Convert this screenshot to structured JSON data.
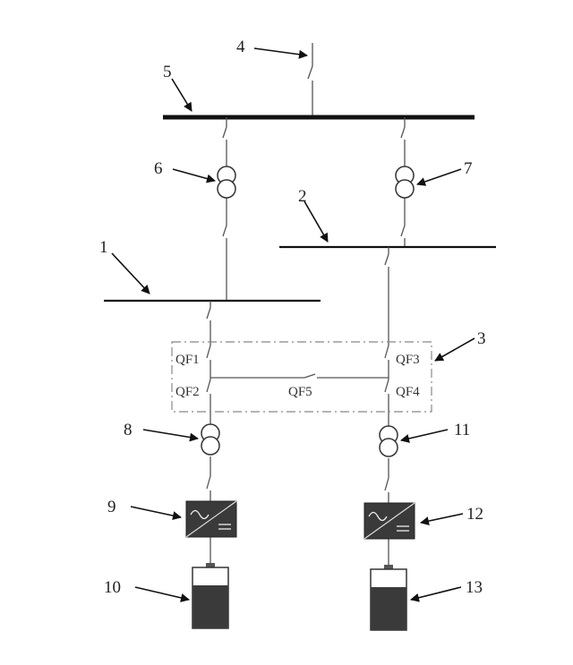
{
  "labels": {
    "l1": "1",
    "l2": "2",
    "l3": "3",
    "l4": "4",
    "l5": "5",
    "l6": "6",
    "l7": "7",
    "l8": "8",
    "l9": "9",
    "l10": "10",
    "l11": "11",
    "l12": "12",
    "l13": "13"
  },
  "switches": {
    "qf1": "QF1",
    "qf2": "QF2",
    "qf3": "QF3",
    "qf4": "QF4",
    "qf5": "QF5"
  }
}
